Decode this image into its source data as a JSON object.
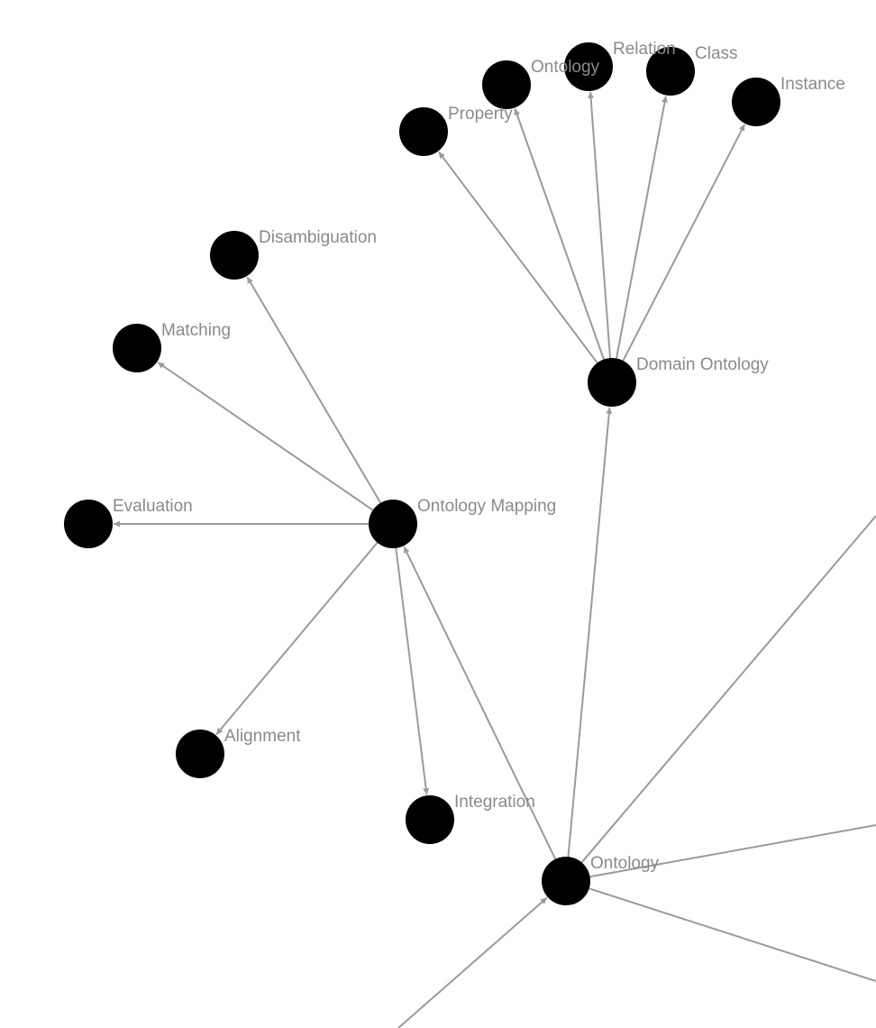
{
  "graph": {
    "colors": {
      "node": "#000000",
      "edge": "#9a9a9a",
      "label": "#8a8a8a",
      "background": "#ffffff"
    },
    "nodes": [
      {
        "id": "ontology-main",
        "label": "Ontology"
      },
      {
        "id": "domain-ontology",
        "label": "Domain Ontology"
      },
      {
        "id": "ontology-mapping",
        "label": "Ontology Mapping"
      },
      {
        "id": "property",
        "label": "Property"
      },
      {
        "id": "ontology-sub",
        "label": "Ontology"
      },
      {
        "id": "relation",
        "label": "Relation"
      },
      {
        "id": "class",
        "label": "Class"
      },
      {
        "id": "instance",
        "label": "Instance"
      },
      {
        "id": "disambiguation",
        "label": "Disambiguation"
      },
      {
        "id": "matching",
        "label": "Matching"
      },
      {
        "id": "evaluation",
        "label": "Evaluation"
      },
      {
        "id": "alignment",
        "label": "Alignment"
      },
      {
        "id": "integration",
        "label": "Integration"
      }
    ],
    "edges": [
      {
        "from": "ontology-main",
        "to": "domain-ontology",
        "arrow": true
      },
      {
        "from": "ontology-main",
        "to": "ontology-mapping",
        "arrow": true
      },
      {
        "from": "domain-ontology",
        "to": "property",
        "arrow": true
      },
      {
        "from": "domain-ontology",
        "to": "ontology-sub",
        "arrow": true
      },
      {
        "from": "domain-ontology",
        "to": "relation",
        "arrow": true
      },
      {
        "from": "domain-ontology",
        "to": "class",
        "arrow": true
      },
      {
        "from": "domain-ontology",
        "to": "instance",
        "arrow": true
      },
      {
        "from": "ontology-mapping",
        "to": "disambiguation",
        "arrow": true
      },
      {
        "from": "ontology-mapping",
        "to": "matching",
        "arrow": true
      },
      {
        "from": "ontology-mapping",
        "to": "evaluation",
        "arrow": true
      },
      {
        "from": "ontology-mapping",
        "to": "alignment",
        "arrow": true
      },
      {
        "from": "ontology-mapping",
        "to": "integration",
        "arrow": true
      }
    ],
    "offscreen_edges": [
      {
        "from": "ontology-main",
        "direction": "top-right",
        "arrow": false
      },
      {
        "from": "ontology-main",
        "direction": "right",
        "arrow": false
      },
      {
        "from": "ontology-main",
        "direction": "lower-right",
        "arrow": false
      },
      {
        "from": "bottom-left",
        "to": "ontology-main",
        "arrow": true
      }
    ]
  }
}
